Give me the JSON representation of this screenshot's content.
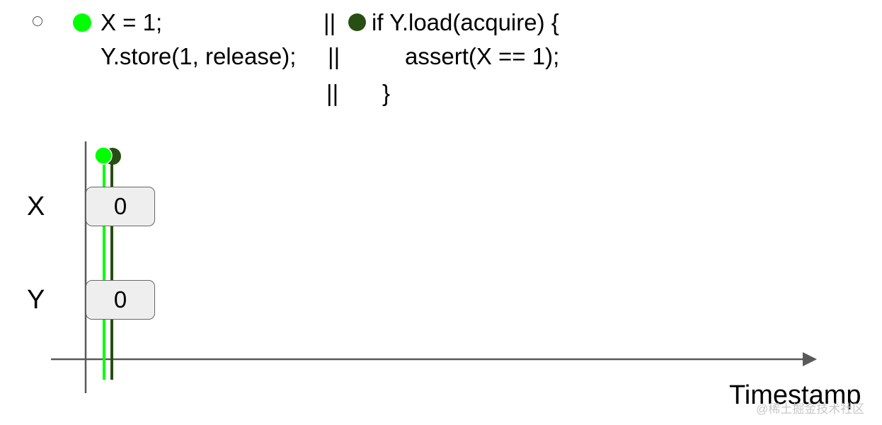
{
  "code": {
    "thread1_line1": "X = 1;",
    "thread1_line2": "Y.store(1, release);",
    "sep1": "||",
    "sep2": "||",
    "sep3": "||",
    "thread2_line1": "if Y.load(acquire) {",
    "thread2_line2": "assert(X == 1);",
    "thread2_line3": "}"
  },
  "diagram": {
    "rows": [
      {
        "label": "X",
        "value": "0"
      },
      {
        "label": "Y",
        "value": "0"
      }
    ],
    "x_axis_label": "Timestamp"
  },
  "colors": {
    "thread1": "#00ff00",
    "thread2": "#274e13",
    "axis": "#595959",
    "box_fill": "#eeeeee"
  },
  "watermark": "@稀土掘金技术社区"
}
